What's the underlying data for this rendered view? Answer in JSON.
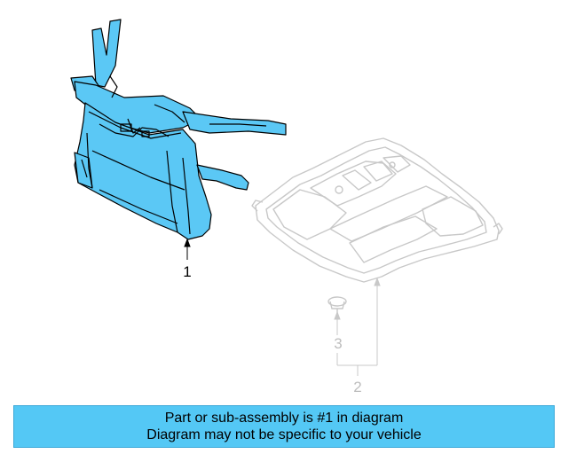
{
  "colors": {
    "highlight_fill": "#5bc8f5",
    "highlight_stroke": "#000000",
    "ghost_stroke": "#c8c8c8",
    "banner_bg": "#54c8f5",
    "label_active": "#000000",
    "label_ghost": "#bdbdbd"
  },
  "callouts": {
    "part1": "1",
    "part2": "2",
    "part3": "3"
  },
  "banner": {
    "line1": "Part or sub-assembly is #1 in diagram",
    "line2": "Diagram may not be specific to your vehicle"
  }
}
